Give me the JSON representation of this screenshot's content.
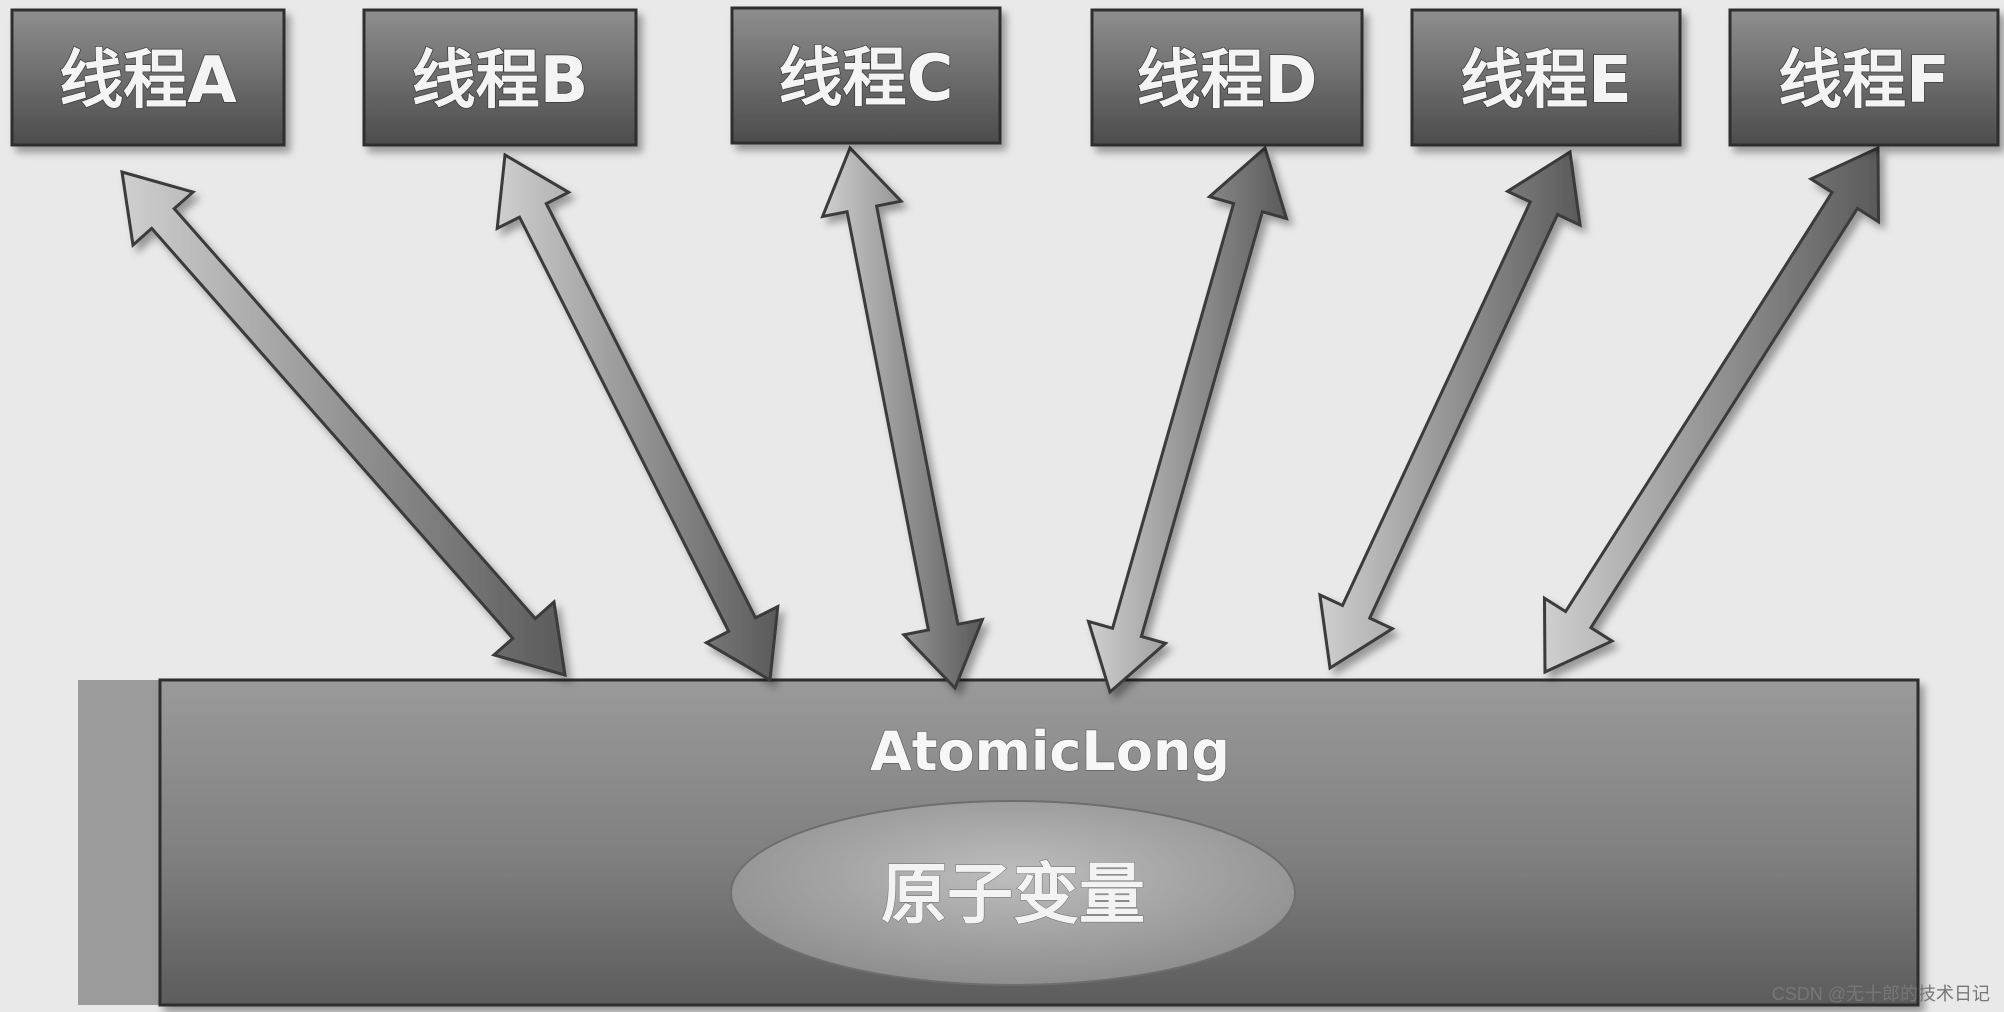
{
  "threads": [
    {
      "label": "线程A"
    },
    {
      "label": "线程B"
    },
    {
      "label": "线程C"
    },
    {
      "label": "线程D"
    },
    {
      "label": "线程E"
    },
    {
      "label": "线程F"
    }
  ],
  "shared": {
    "title": "AtomicLong",
    "core_label": "原子变量"
  },
  "watermark": "CSDN @无十郎的技术日记",
  "colors": {
    "background": "#e9e9e9",
    "box_dark": "#4a4a4a",
    "box_light": "#8c8c8c",
    "arrow_dark": "#5f5f5f",
    "arrow_light": "#a7a7a7",
    "ellipse": "#9a9a9a"
  },
  "connections": "bidirectional"
}
